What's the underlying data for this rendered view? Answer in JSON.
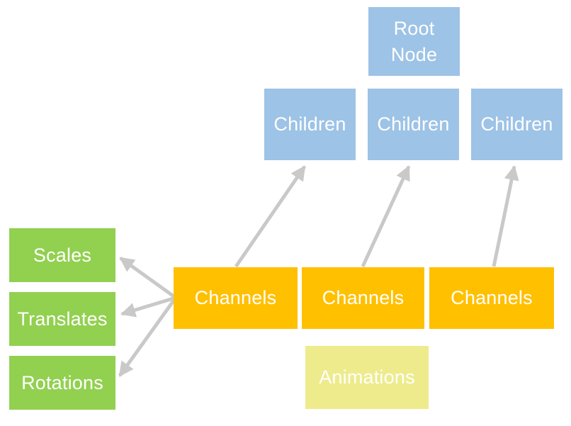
{
  "diagram": {
    "type": "node-hierarchy",
    "palette": {
      "node_blue": "#9DC3E6",
      "node_orange": "#FFC000",
      "node_green": "#92D050",
      "node_pale_yellow": "#EEEB8C",
      "arrow_gray": "#C9C9C9",
      "label_text": "#FFFFFF",
      "background": "#FFFFFF"
    },
    "nodes": {
      "root": {
        "label": "Root\nNode"
      },
      "child1": {
        "label": "Children"
      },
      "child2": {
        "label": "Children"
      },
      "child3": {
        "label": "Children"
      },
      "channels1": {
        "label": "Channels"
      },
      "channels2": {
        "label": "Channels"
      },
      "channels3": {
        "label": "Channels"
      },
      "animations": {
        "label": "Animations"
      },
      "scales": {
        "label": "Scales"
      },
      "translates": {
        "label": "Translates"
      },
      "rotations": {
        "label": "Rotations"
      }
    },
    "edges": [
      {
        "from": "channels1",
        "to": "child1"
      },
      {
        "from": "channels2",
        "to": "child2"
      },
      {
        "from": "channels3",
        "to": "child3"
      },
      {
        "from": "channels1",
        "to": "scales"
      },
      {
        "from": "channels1",
        "to": "translates"
      },
      {
        "from": "channels1",
        "to": "rotations"
      }
    ]
  }
}
